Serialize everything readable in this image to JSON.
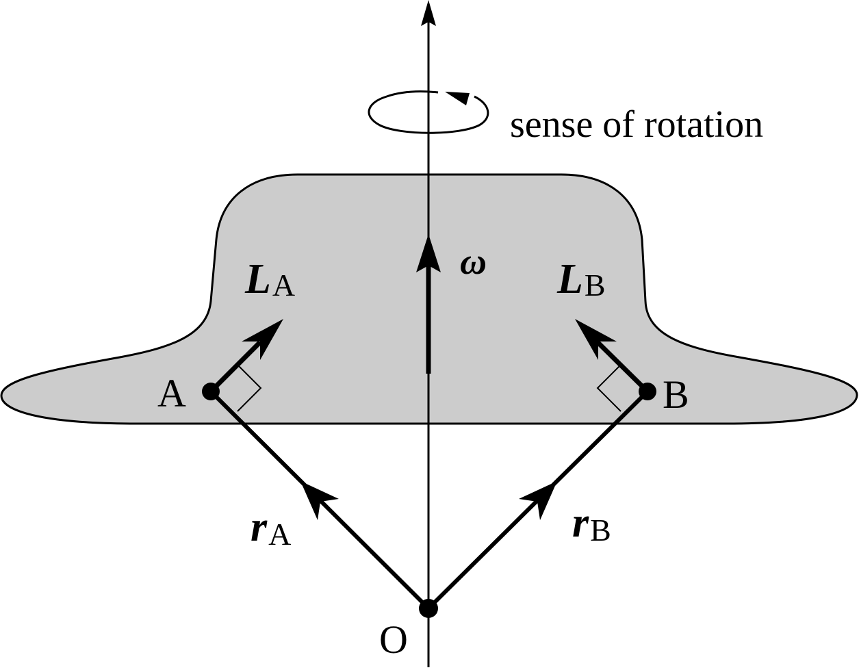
{
  "caption": {
    "rotation": "sense of rotation"
  },
  "points": {
    "A": "A",
    "B": "B",
    "O": "O"
  },
  "vectors": {
    "omega": "ω",
    "L_A": {
      "symbol": "L",
      "sub": "A"
    },
    "L_B": {
      "symbol": "L",
      "sub": "B"
    },
    "r_A": {
      "symbol": "r",
      "sub": "A"
    },
    "r_B": {
      "symbol": "r",
      "sub": "B"
    }
  },
  "colors": {
    "body_fill": "#cccccc",
    "stroke": "#000000",
    "background": "#ffffff"
  }
}
